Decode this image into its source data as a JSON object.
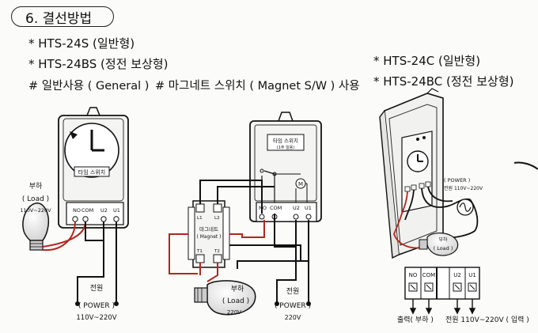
{
  "section_title": "6. 결선방법",
  "models_left": [
    "* HTS-24S (일반형)",
    "* HTS-24BS (정전 보상형)"
  ],
  "usage_general": "# 일반사용 ( General )",
  "usage_magnet": "# 마그네트 스위치 ( Magnet S/W ) 사용",
  "models_right": [
    "* HTS-24C (일반형)",
    "* HTS-24BC (정전 보상형)"
  ],
  "timer_label": "타임 스위치",
  "timer_label_sub": "(1주 일용)",
  "terminals": [
    "NO",
    "COM",
    "U2",
    "U1"
  ],
  "load": {
    "ko": "부하",
    "en": "( Load )",
    "voltage": "110V~220V",
    "voltage_220": "220V"
  },
  "power": {
    "ko": "전원",
    "en": "( POWER )",
    "voltage": "110V~220V",
    "voltage_220": "220V"
  },
  "magnet": {
    "ko": "마그네트",
    "en": "( Magnet )",
    "terms": [
      "L1",
      "L2",
      "T1",
      "T2"
    ]
  },
  "motor_symbol": "M",
  "power_small": {
    "en": "( POWER )",
    "line2": "전원 110V~220V"
  },
  "load_small": {
    "ko": "부하",
    "en": "( Load )"
  },
  "bottom_captions": {
    "output": "출력( 부하 )",
    "power": "전원 110V~220V ( 입력 )"
  },
  "colors": {
    "wire_red": "#b3261e",
    "ink": "#111111",
    "paper": "#fbfbf9"
  }
}
